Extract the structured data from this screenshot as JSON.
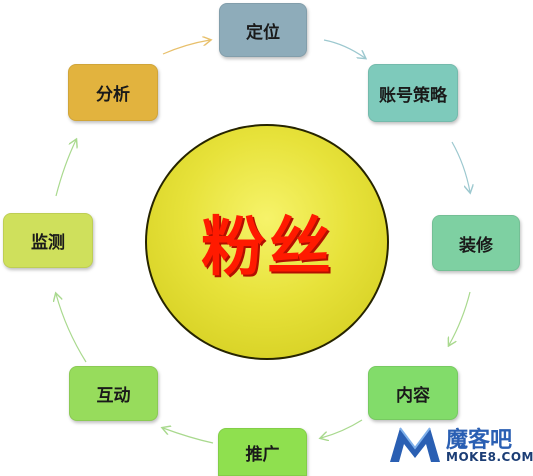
{
  "center": {
    "label": "粉丝",
    "color": "#ff1a00"
  },
  "nodes": [
    {
      "id": "positioning",
      "label": "定位",
      "color": "#8eacba"
    },
    {
      "id": "account-strategy",
      "label": "账号策略",
      "color": "#7ecabb"
    },
    {
      "id": "decoration",
      "label": "装修",
      "color": "#7ed0a2"
    },
    {
      "id": "content",
      "label": "内容",
      "color": "#82dc6a"
    },
    {
      "id": "promotion",
      "label": "推广",
      "color": "#8fe04f"
    },
    {
      "id": "interaction",
      "label": "互动",
      "color": "#97dc5c"
    },
    {
      "id": "monitoring",
      "label": "监测",
      "color": "#cfe05c"
    },
    {
      "id": "analysis",
      "label": "分析",
      "color": "#e2b33e"
    }
  ],
  "watermark": {
    "name": "魔客吧",
    "domain": "MOKE8.COM",
    "color": "#2a5fb3"
  }
}
